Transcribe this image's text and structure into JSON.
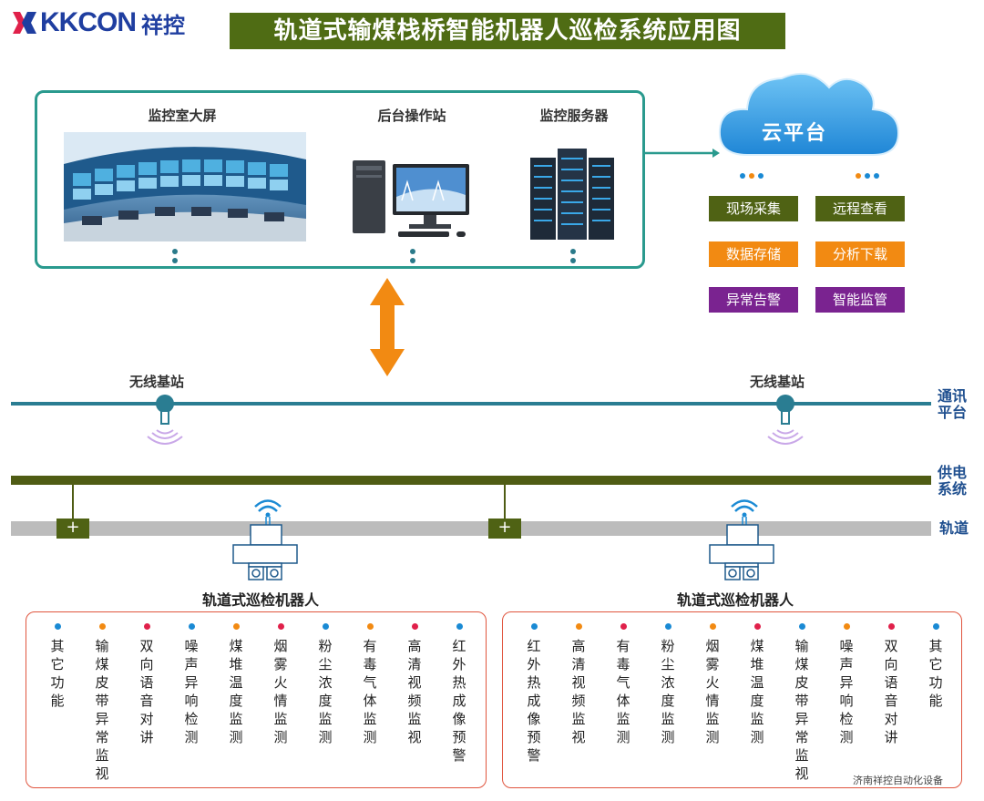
{
  "header": {
    "logo_text": "KKCON",
    "logo_cn": "祥控",
    "title": "轨道式输煤栈桥智能机器人巡检系统应用图"
  },
  "monitor": {
    "items": [
      {
        "label": "监控室大屏"
      },
      {
        "label": "后台操作站"
      },
      {
        "label": "监控服务器"
      }
    ]
  },
  "cloud": {
    "label": "云平台",
    "functions": [
      {
        "label": "现场采集",
        "color": "#4f6214"
      },
      {
        "label": "远程查看",
        "color": "#4f6214"
      },
      {
        "label": "数据存储",
        "color": "#f28a12"
      },
      {
        "label": "分析下载",
        "color": "#f28a12"
      },
      {
        "label": "异常告警",
        "color": "#7a2390"
      },
      {
        "label": "智能监管",
        "color": "#7a2390"
      }
    ]
  },
  "network": {
    "station_label": "无线基站",
    "comm_label": "通讯平台",
    "power_label": "供电系统",
    "track_label": "轨道",
    "plus": "+"
  },
  "robot": {
    "label": "轨道式巡检机器人"
  },
  "functions_left": [
    {
      "text": "其它功能",
      "dot": "#1a8ad4"
    },
    {
      "text": "输煤皮带异常监视",
      "dot": "#f28a12"
    },
    {
      "text": "双向语音对讲",
      "dot": "#e0204a"
    },
    {
      "text": "噪声异响检测",
      "dot": "#1a8ad4"
    },
    {
      "text": "煤堆温度监测",
      "dot": "#f28a12"
    },
    {
      "text": "烟雾火情监测",
      "dot": "#e0204a"
    },
    {
      "text": "粉尘浓度监测",
      "dot": "#1a8ad4"
    },
    {
      "text": "有毒气体监测",
      "dot": "#f28a12"
    },
    {
      "text": "高清视频监视",
      "dot": "#e0204a"
    },
    {
      "text": "红外热成像预警",
      "dot": "#1a8ad4"
    }
  ],
  "functions_right": [
    {
      "text": "红外热成像预警",
      "dot": "#1a8ad4"
    },
    {
      "text": "高清视频监视",
      "dot": "#f28a12"
    },
    {
      "text": "有毒气体监测",
      "dot": "#e0204a"
    },
    {
      "text": "粉尘浓度监测",
      "dot": "#1a8ad4"
    },
    {
      "text": "烟雾火情监测",
      "dot": "#f28a12"
    },
    {
      "text": "煤堆温度监测",
      "dot": "#e0204a"
    },
    {
      "text": "输煤皮带异常监视",
      "dot": "#1a8ad4"
    },
    {
      "text": "噪声异响检测",
      "dot": "#f28a12"
    },
    {
      "text": "双向语音对讲",
      "dot": "#e0204a"
    },
    {
      "text": "其它功能",
      "dot": "#1a8ad4"
    }
  ],
  "footer": "济南祥控自动化设备"
}
